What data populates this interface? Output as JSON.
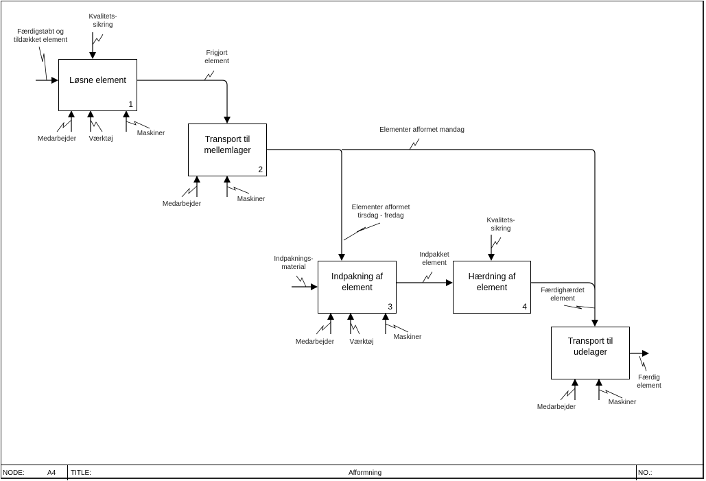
{
  "diagram": {
    "type": "IDEF0",
    "boxes": [
      {
        "id": 1,
        "title": "Løsne element",
        "number": "1"
      },
      {
        "id": 2,
        "title": "Transport til\nmellemlager",
        "number": "2"
      },
      {
        "id": 3,
        "title": "Indpakning af\nelement",
        "number": "3"
      },
      {
        "id": 4,
        "title": "Hærdning af\nelement",
        "number": "4"
      },
      {
        "id": 5,
        "title": "Transport til\nudelager",
        "number": ""
      }
    ],
    "labels": {
      "input_1": "Færdigstøbt og\ntildækket element",
      "control_1": "Kvalitets-\nsikring",
      "output_1": "Frigjort\nelement",
      "mech_1a": "Medarbejder",
      "mech_1b": "Værktøj",
      "mech_1c": "Maskiner",
      "mech_2a": "Medarbejder",
      "mech_2b": "Maskiner",
      "output_2_mon": "Elementer afformet mandag",
      "output_2_tue": "Elementer afformet\ntirsdag - fredag",
      "input_3": "Indpaknings-\nmaterial",
      "output_3": "Indpakket\nelement",
      "control_4": "Kvalitets-\nsikring",
      "output_4": "Færdighærdet\nelement",
      "mech_3a": "Medarbejder",
      "mech_3b": "Værktøj",
      "mech_3c": "Maskiner",
      "mech_5a": "Medarbejder",
      "mech_5b": "Maskiner",
      "output_5": "Færdig\nelement"
    }
  },
  "footer": {
    "node_label": "NODE:",
    "node_value": "A4",
    "title_label": "TITLE:",
    "title_value": "Afformning",
    "no_label": "NO.:",
    "no_value": ""
  }
}
